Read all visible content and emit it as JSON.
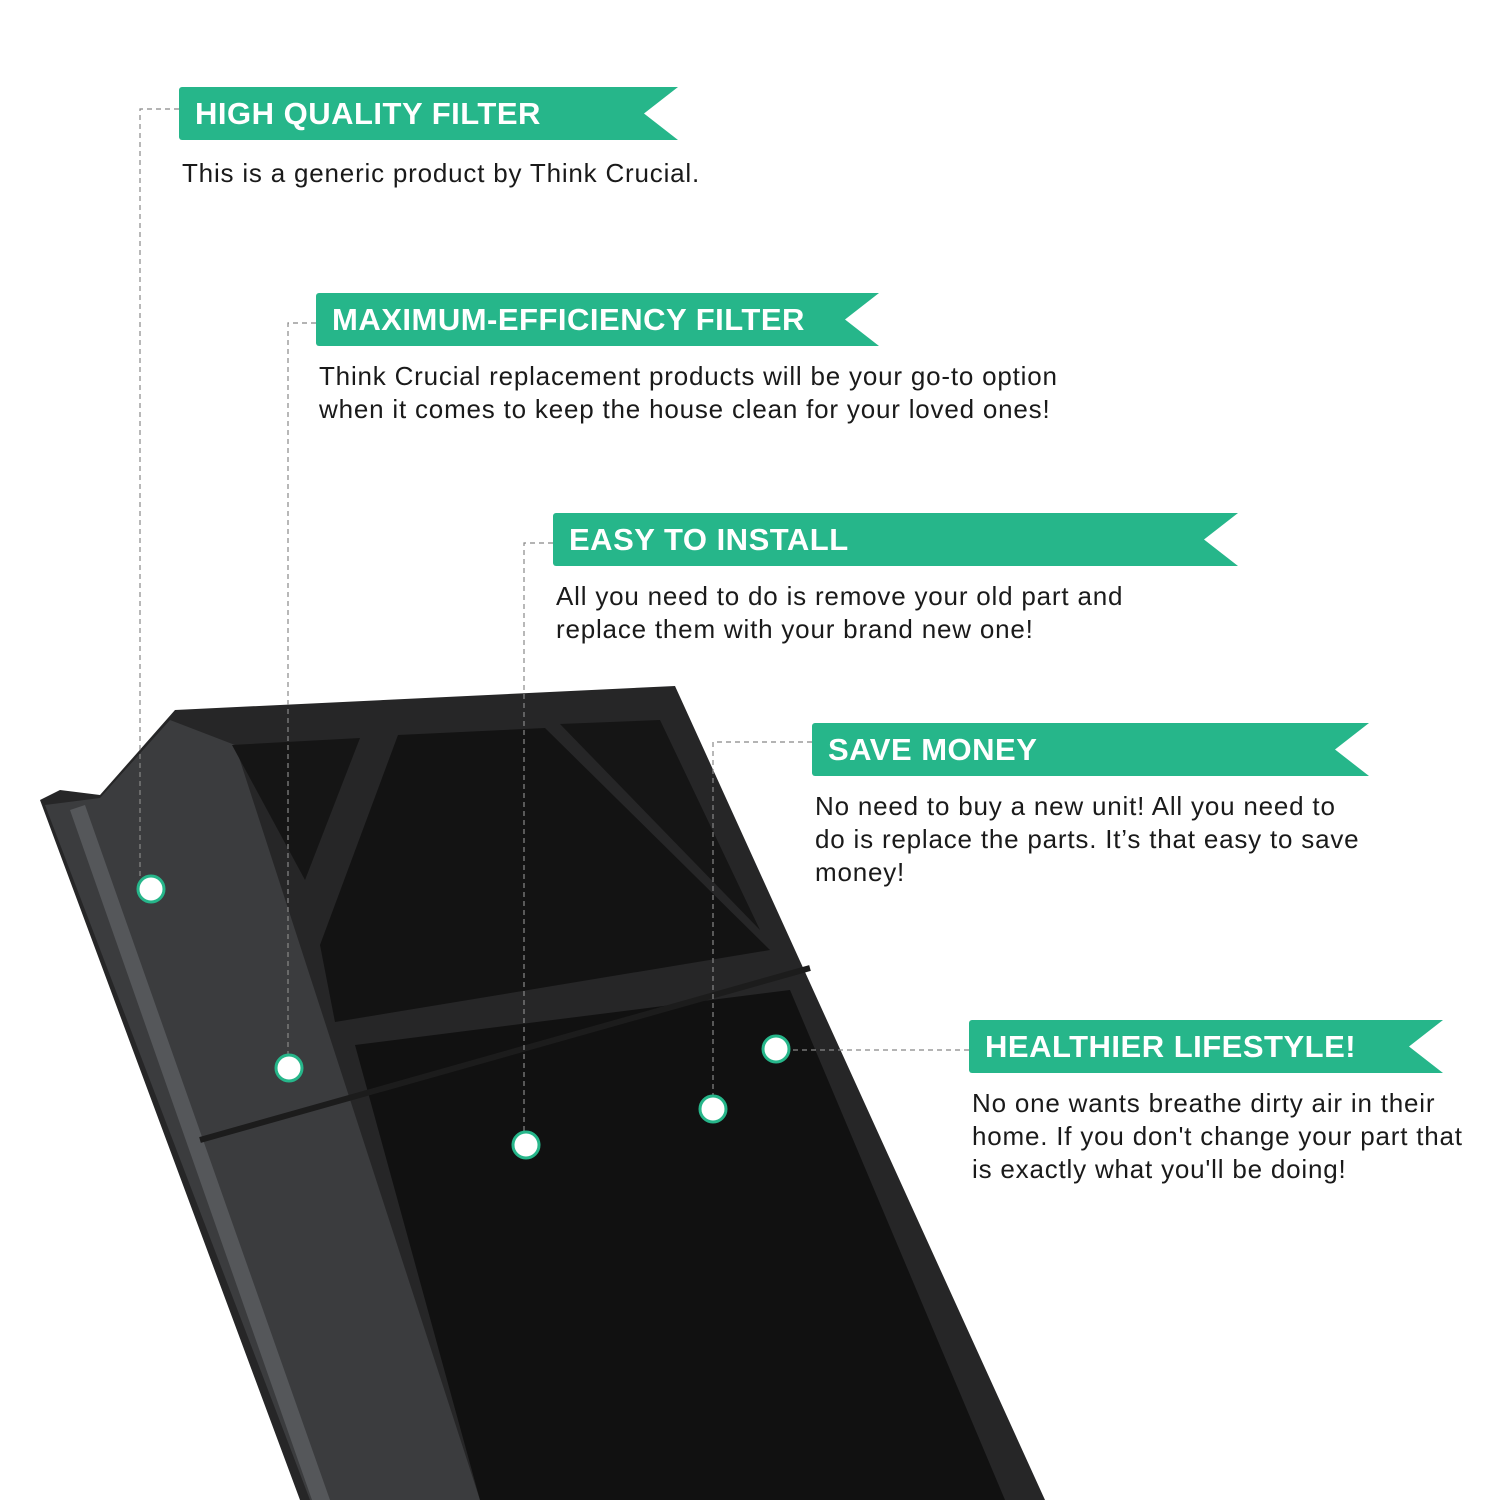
{
  "colors": {
    "accent": "#26b68a",
    "text": "#1a1a1a"
  },
  "features": [
    {
      "title": "HIGH QUALITY FILTER",
      "text": "This is a generic product by Think Crucial."
    },
    {
      "title": "MAXIMUM-EFFICIENCY FILTER",
      "text": "Think Crucial replacement products will be your go-to option when it comes to keep the house clean for your loved ones!"
    },
    {
      "title": "EASY TO INSTALL",
      "text": "All you need to do is remove your old part and replace them with your brand new one!"
    },
    {
      "title": "SAVE MONEY",
      "text": "No need to buy a new unit! All you need to do is replace the parts. It’s that easy to save money!"
    },
    {
      "title": "HEALTHIER LIFESTYLE!",
      "text": "No one wants breathe dirty air in their home. If you don't change your part that is exactly what you'll be doing!"
    }
  ]
}
